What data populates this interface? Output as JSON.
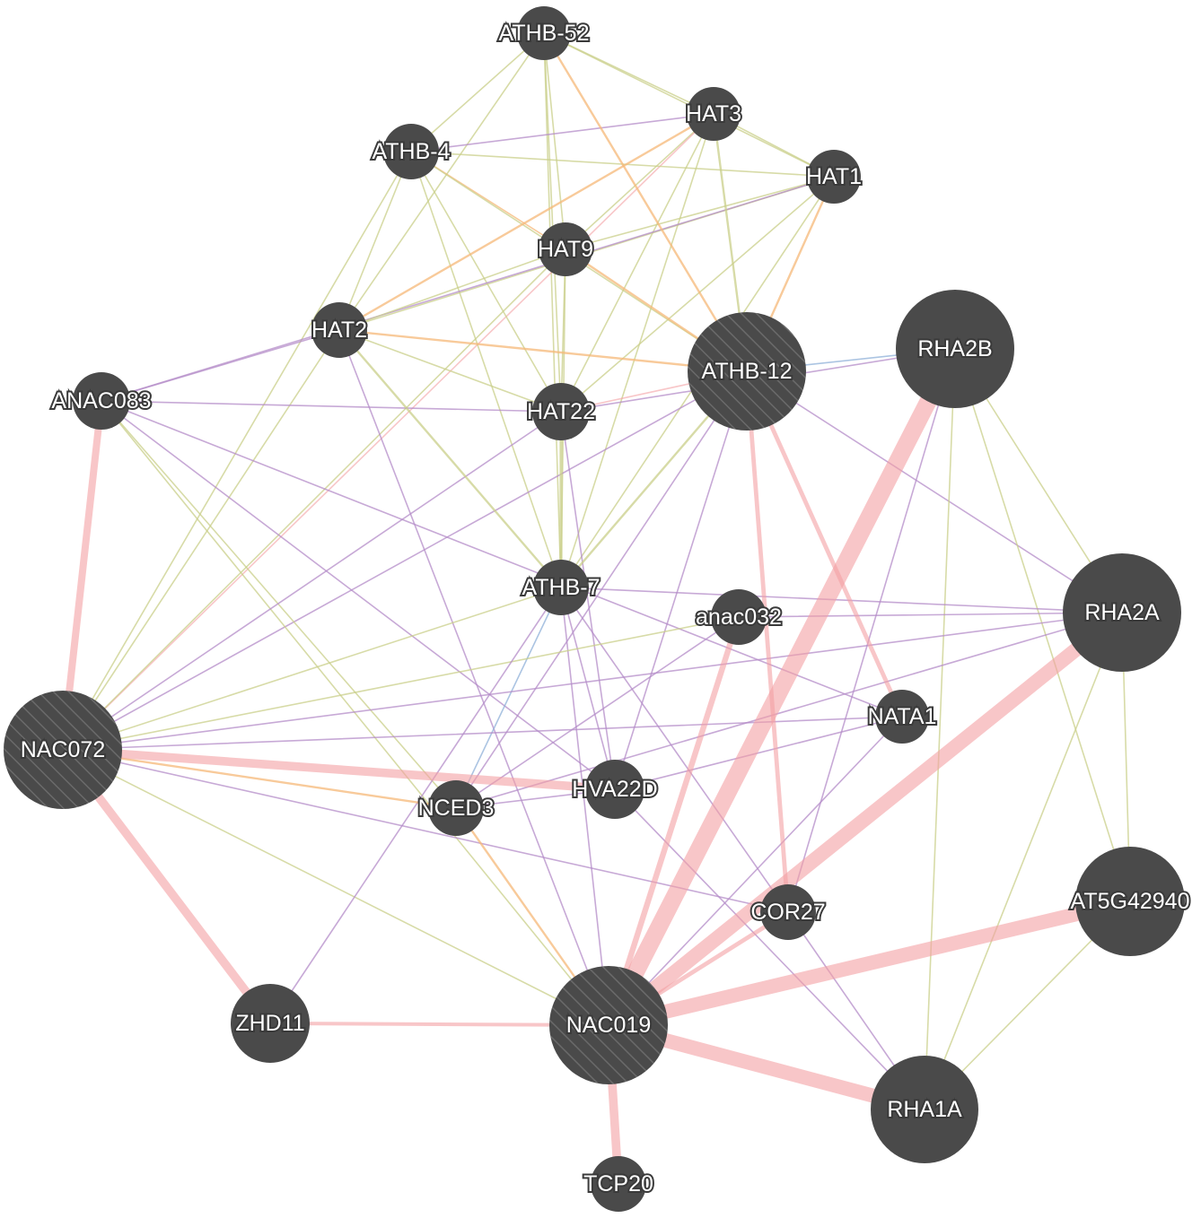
{
  "colors": {
    "node_fill": "#4a4a4a",
    "edge_coexpression": "#c9cf8a",
    "edge_physical": "#f4a0a4",
    "edge_colocalization": "#b48cc8",
    "edge_genetic": "#f5b878",
    "edge_pathway": "#8fb0d8"
  },
  "nodes": [
    {
      "id": "ATHB-52",
      "label": "ATHB-52",
      "query": false
    },
    {
      "id": "HAT3",
      "label": "HAT3",
      "query": false
    },
    {
      "id": "ATHB-4",
      "label": "ATHB-4",
      "query": false
    },
    {
      "id": "HAT1",
      "label": "HAT1",
      "query": false
    },
    {
      "id": "HAT9",
      "label": "HAT9",
      "query": false
    },
    {
      "id": "HAT2",
      "label": "HAT2",
      "query": false
    },
    {
      "id": "ATHB-12",
      "label": "ATHB-12",
      "query": true
    },
    {
      "id": "RHA2B",
      "label": "RHA2B",
      "query": false
    },
    {
      "id": "ANAC083",
      "label": "ANAC083",
      "query": false
    },
    {
      "id": "HAT22",
      "label": "HAT22",
      "query": false
    },
    {
      "id": "ATHB-7",
      "label": "ATHB-7",
      "query": false
    },
    {
      "id": "anac032",
      "label": "anac032",
      "query": false
    },
    {
      "id": "RHA2A",
      "label": "RHA2A",
      "query": false
    },
    {
      "id": "NATA1",
      "label": "NATA1",
      "query": false
    },
    {
      "id": "NAC072",
      "label": "NAC072",
      "query": true
    },
    {
      "id": "HVA22D",
      "label": "HVA22D",
      "query": false
    },
    {
      "id": "NCED3",
      "label": "NCED3",
      "query": false
    },
    {
      "id": "COR27",
      "label": "COR27",
      "query": false
    },
    {
      "id": "AT5G42940",
      "label": "AT5G42940",
      "query": false
    },
    {
      "id": "ZHD11",
      "label": "ZHD11",
      "query": false
    },
    {
      "id": "NAC019",
      "label": "NAC019",
      "query": true
    },
    {
      "id": "RHA1A",
      "label": "RHA1A",
      "query": false
    },
    {
      "id": "TCP20",
      "label": "TCP20",
      "query": false
    }
  ],
  "edges": [
    {
      "source": "ATHB-52",
      "target": "HAT3",
      "type": "coexpression",
      "weight": 1
    },
    {
      "source": "ATHB-52",
      "target": "ATHB-4",
      "type": "coexpression",
      "weight": 1
    },
    {
      "source": "ATHB-52",
      "target": "HAT1",
      "type": "coexpression",
      "weight": 1
    },
    {
      "source": "ATHB-52",
      "target": "HAT9",
      "type": "coexpression",
      "weight": 1
    },
    {
      "source": "ATHB-52",
      "target": "HAT2",
      "type": "coexpression",
      "weight": 1
    },
    {
      "source": "ATHB-52",
      "target": "ATHB-12",
      "type": "genetic",
      "weight": 1.5
    },
    {
      "source": "ATHB-52",
      "target": "HAT22",
      "type": "coexpression",
      "weight": 1
    },
    {
      "source": "ATHB-52",
      "target": "ATHB-7",
      "type": "coexpression",
      "weight": 1
    },
    {
      "source": "HAT3",
      "target": "ATHB-4",
      "type": "colocalization",
      "weight": 1
    },
    {
      "source": "HAT3",
      "target": "HAT1",
      "type": "coexpression",
      "weight": 1
    },
    {
      "source": "HAT3",
      "target": "HAT9",
      "type": "coexpression",
      "weight": 1
    },
    {
      "source": "HAT3",
      "target": "HAT2",
      "type": "genetic",
      "weight": 1.5
    },
    {
      "source": "HAT3",
      "target": "ATHB-12",
      "type": "coexpression",
      "weight": 1.5
    },
    {
      "source": "HAT3",
      "target": "HAT22",
      "type": "coexpression",
      "weight": 1
    },
    {
      "source": "HAT3",
      "target": "ATHB-7",
      "type": "coexpression",
      "weight": 1
    },
    {
      "source": "HAT3",
      "target": "NAC072",
      "type": "physical",
      "weight": 1
    },
    {
      "source": "ATHB-4",
      "target": "HAT1",
      "type": "coexpression",
      "weight": 1
    },
    {
      "source": "ATHB-4",
      "target": "HAT9",
      "type": "genetic",
      "weight": 1
    },
    {
      "source": "ATHB-4",
      "target": "HAT2",
      "type": "coexpression",
      "weight": 1
    },
    {
      "source": "ATHB-4",
      "target": "ATHB-12",
      "type": "coexpression",
      "weight": 1
    },
    {
      "source": "ATHB-4",
      "target": "HAT22",
      "type": "coexpression",
      "weight": 1
    },
    {
      "source": "ATHB-4",
      "target": "ATHB-7",
      "type": "coexpression",
      "weight": 1
    },
    {
      "source": "ATHB-4",
      "target": "NAC072",
      "type": "coexpression",
      "weight": 1
    },
    {
      "source": "HAT1",
      "target": "HAT9",
      "type": "coexpression",
      "weight": 1
    },
    {
      "source": "HAT1",
      "target": "HAT2",
      "type": "coexpression",
      "weight": 1
    },
    {
      "source": "HAT1",
      "target": "ATHB-12",
      "type": "genetic",
      "weight": 1.5
    },
    {
      "source": "HAT1",
      "target": "HAT22",
      "type": "coexpression",
      "weight": 1
    },
    {
      "source": "HAT1",
      "target": "ATHB-7",
      "type": "coexpression",
      "weight": 1
    },
    {
      "source": "HAT1",
      "target": "ANAC083",
      "type": "colocalization",
      "weight": 1
    },
    {
      "source": "HAT9",
      "target": "HAT2",
      "type": "coexpression",
      "weight": 1
    },
    {
      "source": "HAT9",
      "target": "ATHB-12",
      "type": "genetic",
      "weight": 1.5
    },
    {
      "source": "HAT9",
      "target": "HAT22",
      "type": "coexpression",
      "weight": 1
    },
    {
      "source": "HAT9",
      "target": "ATHB-7",
      "type": "coexpression",
      "weight": 1
    },
    {
      "source": "HAT9",
      "target": "NAC072",
      "type": "coexpression",
      "weight": 1
    },
    {
      "source": "HAT2",
      "target": "ATHB-12",
      "type": "genetic",
      "weight": 1.5
    },
    {
      "source": "HAT2",
      "target": "HAT22",
      "type": "coexpression",
      "weight": 1
    },
    {
      "source": "HAT2",
      "target": "ATHB-7",
      "type": "coexpression",
      "weight": 1.5
    },
    {
      "source": "HAT2",
      "target": "ANAC083",
      "type": "colocalization",
      "weight": 1
    },
    {
      "source": "HAT2",
      "target": "NAC072",
      "type": "coexpression",
      "weight": 1
    },
    {
      "source": "HAT2",
      "target": "NAC019",
      "type": "colocalization",
      "weight": 1
    },
    {
      "source": "ATHB-12",
      "target": "HAT22",
      "type": "physical",
      "weight": 1
    },
    {
      "source": "ATHB-12",
      "target": "ATHB-7",
      "type": "coexpression",
      "weight": 1.5
    },
    {
      "source": "ATHB-12",
      "target": "RHA2B",
      "type": "pathway",
      "weight": 1
    },
    {
      "source": "ATHB-12",
      "target": "NATA1",
      "type": "physical",
      "weight": 3
    },
    {
      "source": "ATHB-12",
      "target": "COR27",
      "type": "physical",
      "weight": 3
    },
    {
      "source": "ATHB-12",
      "target": "NCED3",
      "type": "colocalization",
      "weight": 1
    },
    {
      "source": "ATHB-12",
      "target": "NAC072",
      "type": "colocalization",
      "weight": 1
    },
    {
      "source": "ATHB-12",
      "target": "HVA22D",
      "type": "colocalization",
      "weight": 1
    },
    {
      "source": "ATHB-12",
      "target": "RHA2A",
      "type": "colocalization",
      "weight": 1
    },
    {
      "source": "RHA2B",
      "target": "NAC019",
      "type": "physical",
      "weight": 12
    },
    {
      "source": "RHA2B",
      "target": "RHA2A",
      "type": "coexpression",
      "weight": 1
    },
    {
      "source": "RHA2B",
      "target": "AT5G42940",
      "type": "coexpression",
      "weight": 1
    },
    {
      "source": "RHA2B",
      "target": "RHA1A",
      "type": "coexpression",
      "weight": 1
    },
    {
      "source": "RHA2B",
      "target": "COR27",
      "type": "colocalization",
      "weight": 1
    },
    {
      "source": "RHA2B",
      "target": "HAT22",
      "type": "colocalization",
      "weight": 1
    },
    {
      "source": "ANAC083",
      "target": "NAC072",
      "type": "physical",
      "weight": 5
    },
    {
      "source": "ANAC083",
      "target": "HVA22D",
      "type": "colocalization",
      "weight": 1
    },
    {
      "source": "ANAC083",
      "target": "NAC019",
      "type": "coexpression",
      "weight": 1
    },
    {
      "source": "ANAC083",
      "target": "NATA1",
      "type": "colocalization",
      "weight": 1
    },
    {
      "source": "ANAC083",
      "target": "HAT22",
      "type": "colocalization",
      "weight": 1
    },
    {
      "source": "ANAC083",
      "target": "NCED3",
      "type": "coexpression",
      "weight": 1
    },
    {
      "source": "HAT22",
      "target": "ATHB-7",
      "type": "coexpression",
      "weight": 2
    },
    {
      "source": "HAT22",
      "target": "NAC072",
      "type": "colocalization",
      "weight": 1
    },
    {
      "source": "HAT22",
      "target": "HVA22D",
      "type": "colocalization",
      "weight": 1
    },
    {
      "source": "ATHB-7",
      "target": "NAC072",
      "type": "coexpression",
      "weight": 1
    },
    {
      "source": "ATHB-7",
      "target": "NCED3",
      "type": "pathway",
      "weight": 1
    },
    {
      "source": "ATHB-7",
      "target": "HVA22D",
      "type": "colocalization",
      "weight": 1
    },
    {
      "source": "ATHB-7",
      "target": "NAC019",
      "type": "colocalization",
      "weight": 1
    },
    {
      "source": "ATHB-7",
      "target": "COR27",
      "type": "colocalization",
      "weight": 1
    },
    {
      "source": "ATHB-7",
      "target": "RHA2A",
      "type": "colocalization",
      "weight": 1
    },
    {
      "source": "anac032",
      "target": "NAC019",
      "type": "physical",
      "weight": 4
    },
    {
      "source": "anac032",
      "target": "NAC072",
      "type": "coexpression",
      "weight": 1
    },
    {
      "source": "anac032",
      "target": "NCED3",
      "type": "colocalization",
      "weight": 1
    },
    {
      "source": "anac032",
      "target": "RHA2A",
      "type": "colocalization",
      "weight": 1
    },
    {
      "source": "RHA2A",
      "target": "NAC019",
      "type": "physical",
      "weight": 10
    },
    {
      "source": "RHA2A",
      "target": "AT5G42940",
      "type": "coexpression",
      "weight": 1
    },
    {
      "source": "RHA2A",
      "target": "RHA1A",
      "type": "coexpression",
      "weight": 1
    },
    {
      "source": "RHA2A",
      "target": "NAC072",
      "type": "colocalization",
      "weight": 1
    },
    {
      "source": "NATA1",
      "target": "NAC072",
      "type": "colocalization",
      "weight": 1
    },
    {
      "source": "NATA1",
      "target": "HVA22D",
      "type": "colocalization",
      "weight": 1
    },
    {
      "source": "NAC072",
      "target": "HVA22D",
      "type": "physical",
      "weight": 6
    },
    {
      "source": "NAC072",
      "target": "NCED3",
      "type": "genetic",
      "weight": 1.5
    },
    {
      "source": "NAC072",
      "target": "ZHD11",
      "type": "physical",
      "weight": 6
    },
    {
      "source": "NAC072",
      "target": "NAC019",
      "type": "coexpression",
      "weight": 1
    },
    {
      "source": "NAC072",
      "target": "COR27",
      "type": "colocalization",
      "weight": 1
    },
    {
      "source": "HVA22D",
      "target": "NCED3",
      "type": "colocalization",
      "weight": 1
    },
    {
      "source": "HVA22D",
      "target": "RHA1A",
      "type": "colocalization",
      "weight": 1
    },
    {
      "source": "NCED3",
      "target": "NAC019",
      "type": "genetic",
      "weight": 1.5
    },
    {
      "source": "NCED3",
      "target": "RHA2A",
      "type": "colocalization",
      "weight": 1
    },
    {
      "source": "COR27",
      "target": "NAC019",
      "type": "physical",
      "weight": 3
    },
    {
      "source": "COR27",
      "target": "RHA1A",
      "type": "colocalization",
      "weight": 1
    },
    {
      "source": "AT5G42940",
      "target": "NAC019",
      "type": "physical",
      "weight": 10
    },
    {
      "source": "AT5G42940",
      "target": "RHA1A",
      "type": "coexpression",
      "weight": 1
    },
    {
      "source": "ZHD11",
      "target": "NAC019",
      "type": "physical",
      "weight": 2.5
    },
    {
      "source": "ZHD11",
      "target": "ATHB-7",
      "type": "colocalization",
      "weight": 1
    },
    {
      "source": "NAC019",
      "target": "RHA1A",
      "type": "physical",
      "weight": 10
    },
    {
      "source": "NAC019",
      "target": "TCP20",
      "type": "physical",
      "weight": 6
    },
    {
      "source": "NAC019",
      "target": "NATA1",
      "type": "colocalization",
      "weight": 1
    }
  ]
}
